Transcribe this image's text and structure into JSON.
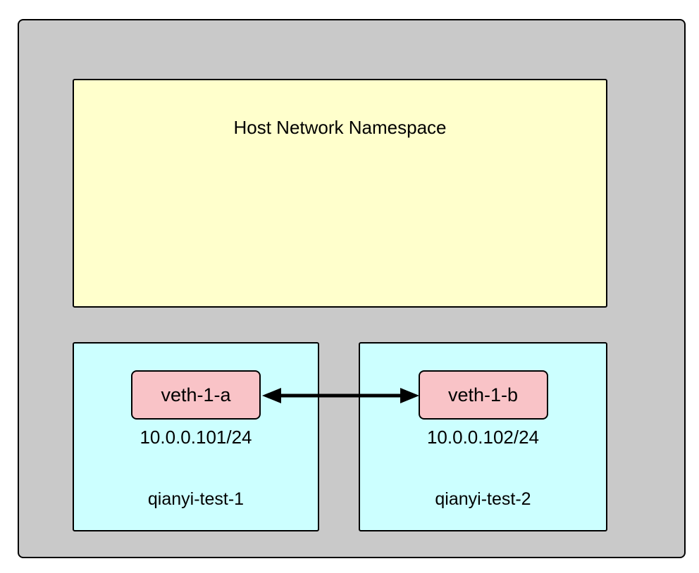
{
  "host_namespace": {
    "label": "Host Network Namespace"
  },
  "namespaces": [
    {
      "name": "qianyi-test-1",
      "interface": "veth-1-a",
      "ip": "10.0.0.101/24"
    },
    {
      "name": "qianyi-test-2",
      "interface": "veth-1-b",
      "ip": "10.0.0.102/24"
    }
  ],
  "colors": {
    "canvas_background": "#FFFFFF",
    "outer_fill": "#C9C9C9",
    "host_namespace_fill": "#FFFFCC",
    "namespace_fill": "#CCFFFF",
    "veth_fill": "#F9C3C7",
    "border": "#000000",
    "arrow": "#000000",
    "text": "#000000"
  }
}
